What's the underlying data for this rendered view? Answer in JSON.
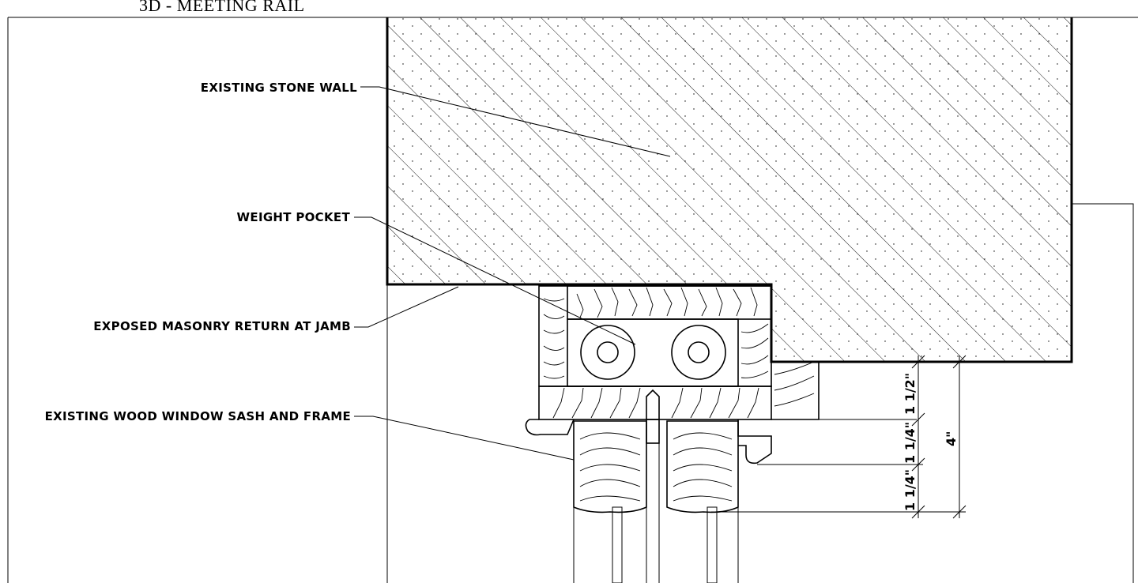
{
  "title": "3D -  MEETING RAIL",
  "labels": {
    "stone_wall": "EXISTING STONE WALL",
    "weight_pocket": "WEIGHT POCKET",
    "masonry_return": "EXPOSED MASONRY RETURN AT JAMB",
    "sash_frame": "EXISTING WOOD WINDOW SASH AND FRAME"
  },
  "dimensions": {
    "d1": "1 1/2\"",
    "d2": "1 1/4\"",
    "d3": "1 1/4\"",
    "overall": "4\""
  },
  "colors": {
    "line": "#000000",
    "background": "#ffffff"
  }
}
